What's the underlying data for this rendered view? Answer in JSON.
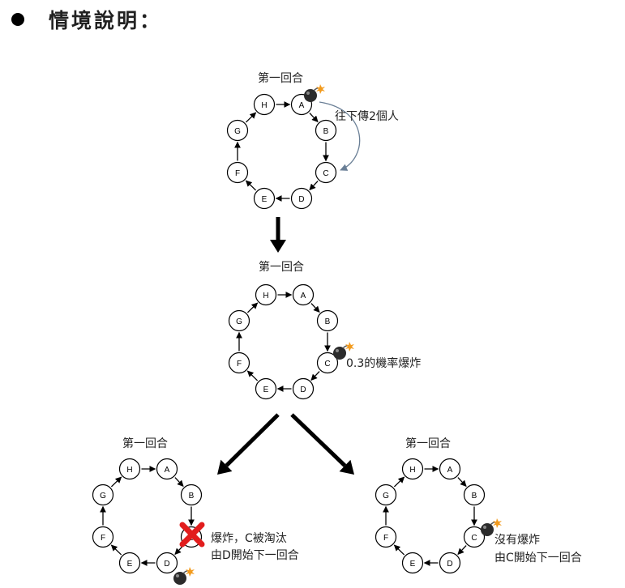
{
  "header": {
    "title": "情境說明："
  },
  "colors": {
    "node_stroke": "#000000",
    "arrow": "#000000",
    "curve_arrow": "#6a7f96",
    "cross": "#e21d1d",
    "bomb": "#2b2b2b",
    "spark": "#f29b1e"
  },
  "diagram": {
    "players": [
      "A",
      "B",
      "C",
      "D",
      "E",
      "F",
      "G",
      "H"
    ],
    "round_label": "第一回合",
    "pass_note": "往下傳2個人",
    "explode_chance_note": "0.3的機率爆炸",
    "outcome_exploded": {
      "line1": "爆炸，C被淘汰",
      "line2": "由D開始下一回合"
    },
    "outcome_safe": {
      "line1": "沒有爆炸",
      "line2": "由C開始下一回合"
    }
  },
  "icons": [
    "bomb-icon",
    "cross-icon",
    "down-arrow-icon",
    "left-down-arrow-icon",
    "right-down-arrow-icon",
    "curved-pass-arrow-icon"
  ]
}
